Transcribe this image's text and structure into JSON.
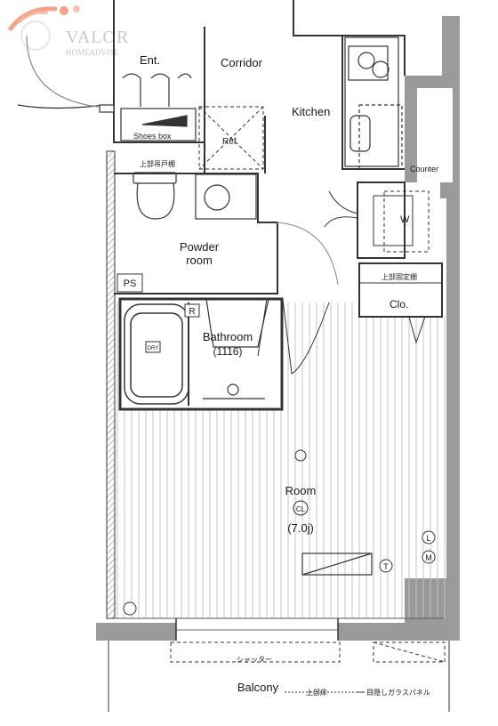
{
  "logo": {
    "brand": "VALOR",
    "sub": "HOMEADVISE"
  },
  "rooms": {
    "entrance": "Ent.",
    "corridor": "Corridor",
    "kitchen": "Kitchen",
    "shoes_box": "Shoes box",
    "refrigerator": "Ref.",
    "counter": "Counter",
    "washer": "W",
    "powder_room_line1": "Powder",
    "powder_room_line2": "room",
    "pipe_space": "PS",
    "bathroom": "Bathroom",
    "bathroom_size": "(1116)",
    "closet": "Clo.",
    "room": "Room",
    "room_size": "(7.0j)",
    "balcony": "Balcony"
  },
  "markers": {
    "dryer": "DRY",
    "remote": "R",
    "ceiling_light": "CL",
    "lan": "L",
    "multimedia": "M",
    "tv": "T"
  },
  "notes": {
    "upper_shelf_toilet": "上部吊戸棚",
    "upper_fixed_shelf": "上部固定棚",
    "shutter": "シャッター",
    "upper_floor": "上部床",
    "frosted_glass_panel": "目隠しガラスパネル"
  },
  "colors": {
    "wall": "#4a4a4a",
    "outer_wall": "#9a9a9a",
    "line": "#333333",
    "floor_stripe": "#bdbdbd",
    "logo": "#f08a6a",
    "logo_text": "#c9c9c9"
  }
}
